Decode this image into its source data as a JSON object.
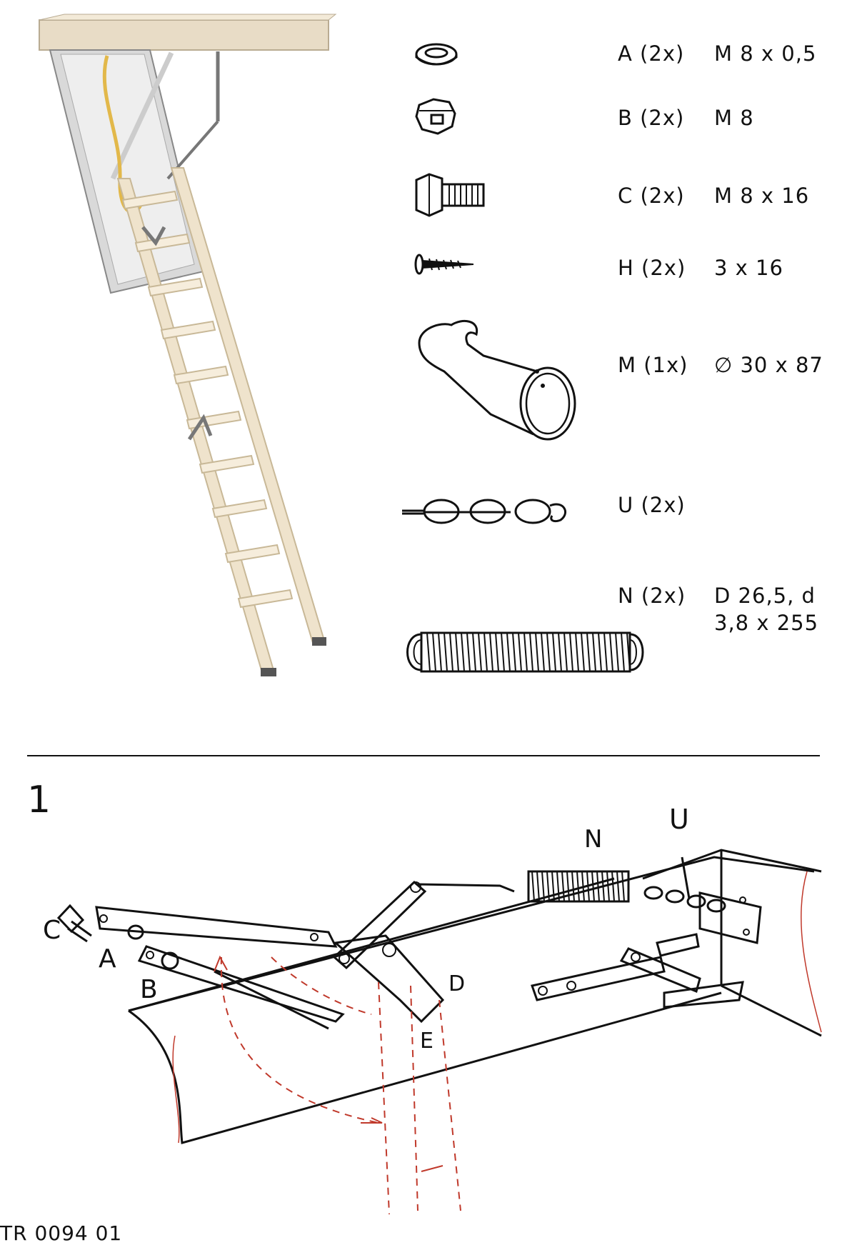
{
  "parts": [
    {
      "code": "A (2x)",
      "spec": "M 8 x 0,5",
      "icon": "washer-icon"
    },
    {
      "code": "B  (2x)",
      "spec": "M 8",
      "icon": "hex-nut-icon"
    },
    {
      "code": "C (2x)",
      "spec": "M 8 x 16",
      "icon": "hex-bolt-icon"
    },
    {
      "code": "H (2x)",
      "spec": "3 x 16",
      "icon": "screw-icon"
    },
    {
      "code": "M (1x)",
      "spec": "∅ 30 x 87",
      "icon": "handle-hook-icon"
    },
    {
      "code": "U  (2x)",
      "spec": "",
      "icon": "chain-icon"
    },
    {
      "code": "N (2x)",
      "spec": "D 26,5, d",
      "spec2": "3,8 x 255",
      "icon": "spring-icon"
    }
  ],
  "step": {
    "number": "1"
  },
  "diagram_labels": {
    "c": "C",
    "a": "A",
    "b": "B",
    "d": "D",
    "e": "E",
    "n": "N",
    "u": "U"
  },
  "footer": {
    "code": "TR 0094 01"
  },
  "colors": {
    "line": "#111111",
    "dash": "#c0392b",
    "wood": "#efe3cc",
    "panel": "#dcdcdc"
  }
}
